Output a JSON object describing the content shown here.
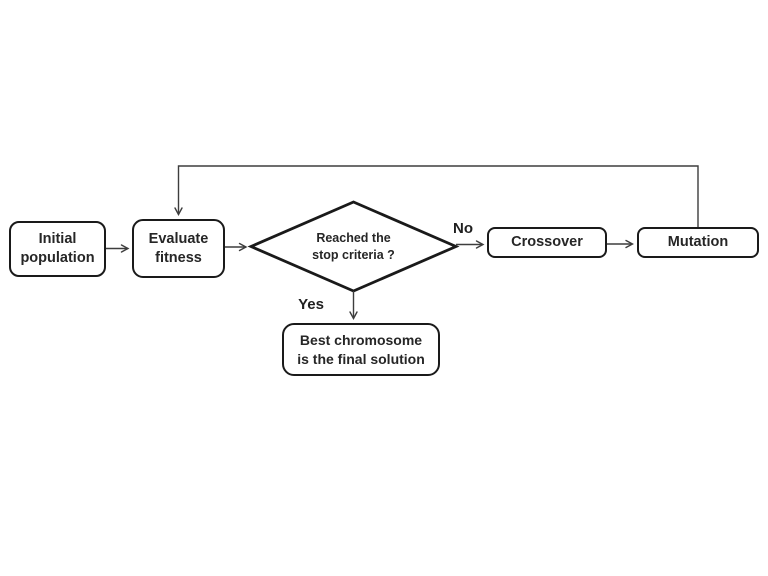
{
  "diagram": {
    "type": "flowchart",
    "background": "#ffffff",
    "colors": {
      "node_border": "#1a1a1a",
      "connector": "#3d3d3d",
      "text": "#262626",
      "node_fill": "#ffffff"
    },
    "nodes": {
      "initial_population": {
        "line1": "Initial",
        "line2": "population",
        "shape": "rounded-rect"
      },
      "evaluate_fitness": {
        "line1": "Evaluate",
        "line2": "fitness",
        "shape": "rounded-rect"
      },
      "stop_criteria": {
        "line1": "Reached the",
        "line2": "stop criteria ?",
        "shape": "diamond"
      },
      "crossover": {
        "label": "Crossover",
        "shape": "rounded-rect"
      },
      "mutation": {
        "label": "Mutation",
        "shape": "rounded-rect"
      },
      "final_solution": {
        "line1": "Best chromosome",
        "line2": "is the final solution",
        "shape": "rounded-rect"
      }
    },
    "edges": [
      {
        "from": "initial_population",
        "to": "evaluate_fitness",
        "label": ""
      },
      {
        "from": "evaluate_fitness",
        "to": "stop_criteria",
        "label": ""
      },
      {
        "from": "stop_criteria",
        "to": "crossover",
        "label": "No"
      },
      {
        "from": "crossover",
        "to": "mutation",
        "label": ""
      },
      {
        "from": "mutation",
        "to": "evaluate_fitness",
        "label": "",
        "note": "feedback loop"
      },
      {
        "from": "stop_criteria",
        "to": "final_solution",
        "label": "Yes"
      }
    ]
  }
}
